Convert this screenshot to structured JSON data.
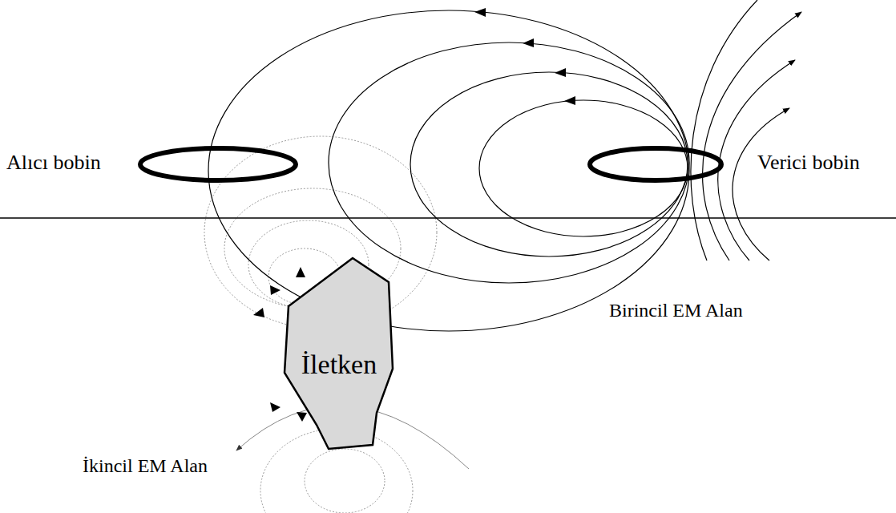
{
  "diagram": {
    "nodes": [
      {
        "text": [
          "İletken"
        ]
      }
    ],
    "labels": [
      "Alıcı bobin",
      "Verici bobin",
      "Birincil EM Alan",
      "İkincil EM Alan"
    ]
  }
}
